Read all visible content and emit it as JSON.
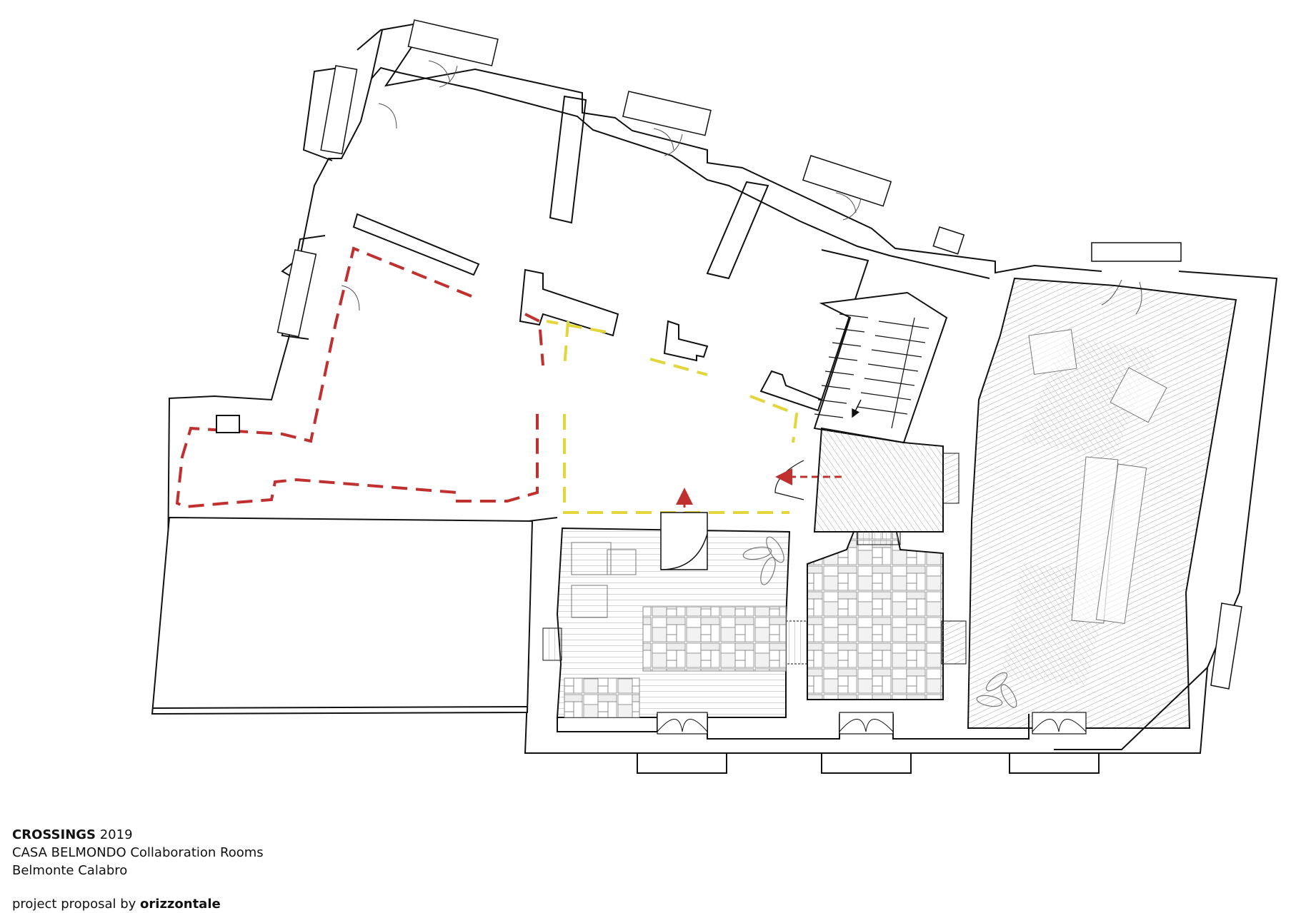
{
  "caption": {
    "title": "CROSSINGS",
    "year": "2019",
    "subtitle": "CASA BELMONDO Collaboration Rooms",
    "location": "Belmonte Calabro",
    "credit_prefix": "project proposal by",
    "credit_name": "orizzontale"
  },
  "colors": {
    "wall_stroke": "#111111",
    "background": "#ffffff",
    "red_boundary": "#c0302f",
    "yellow_boundary": "#e3d63a",
    "hatch": "#999999",
    "arrow_red": "#c0302f"
  },
  "legend_icons": [
    "red-dashed-boundary",
    "yellow-dashed-boundary",
    "red-arrow",
    "door-swing",
    "stair-arrow"
  ]
}
